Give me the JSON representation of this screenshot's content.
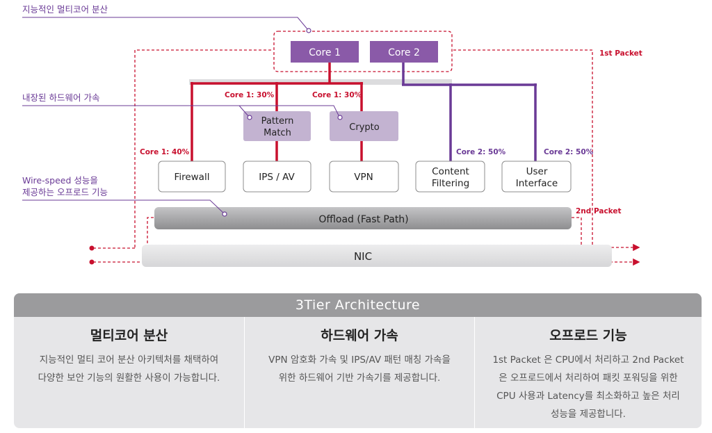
{
  "annotations": {
    "multicore": "지능적인 멀티코어 분산",
    "hw_accel": "내장된 하드웨어 가속",
    "wire_speed_line1": "Wire-speed 성능을",
    "wire_speed_line2": "제공하는 오프로드 기능"
  },
  "cores": {
    "core1": "Core 1",
    "core2": "Core 2"
  },
  "accelerators": {
    "pattern_line1": "Pattern",
    "pattern_line2": "Match",
    "crypto": "Crypto"
  },
  "functions": {
    "firewall": "Firewall",
    "ips": "IPS / AV",
    "vpn": "VPN",
    "content_line1": "Content",
    "content_line2": "Filtering",
    "ui_line1": "User",
    "ui_line2": "Interface"
  },
  "load_labels": {
    "firewall": "Core 1: 40%",
    "pattern": "Core 1: 30%",
    "crypto": "Core 1: 30%",
    "content": "Core 2: 50%",
    "ui": "Core 2: 50%"
  },
  "packets": {
    "first": "1st Packet",
    "second": "2nd Packet"
  },
  "bars": {
    "offload": "Offload (Fast Path)",
    "nic": "NIC"
  },
  "panel": {
    "title": "3Tier Architecture",
    "columns": [
      {
        "title": "멀티코어 분산",
        "lines": [
          "지능적인 멀티 코어 분산 아키텍처를 채택하여",
          "다양한 보안 기능의 원활한 사용이 가능합니다."
        ]
      },
      {
        "title": "하드웨어 가속",
        "lines": [
          "VPN 암호화 가속 및 IPS/AV 패턴 매칭 가속을",
          "위한 하드웨어 기반 가속기를 제공합니다."
        ]
      },
      {
        "title": "오프로드 기능",
        "lines": [
          "1st Packet 은 CPU에서 처리하고 2nd Packet",
          "은 오프로드에서 처리하여 패킷 포워딩을 위한",
          "CPU 사용과 Latency를 최소화하고 높은 처리",
          "성능을 제공합니다."
        ]
      }
    ]
  },
  "colors": {
    "core": "#8a5aa8",
    "accelerator": "#c3b3d1",
    "core1_path": "#c8102e",
    "core2_path": "#6a3a96",
    "panel_header": "#9b9b9d",
    "panel_bg": "#e6e6e8"
  }
}
